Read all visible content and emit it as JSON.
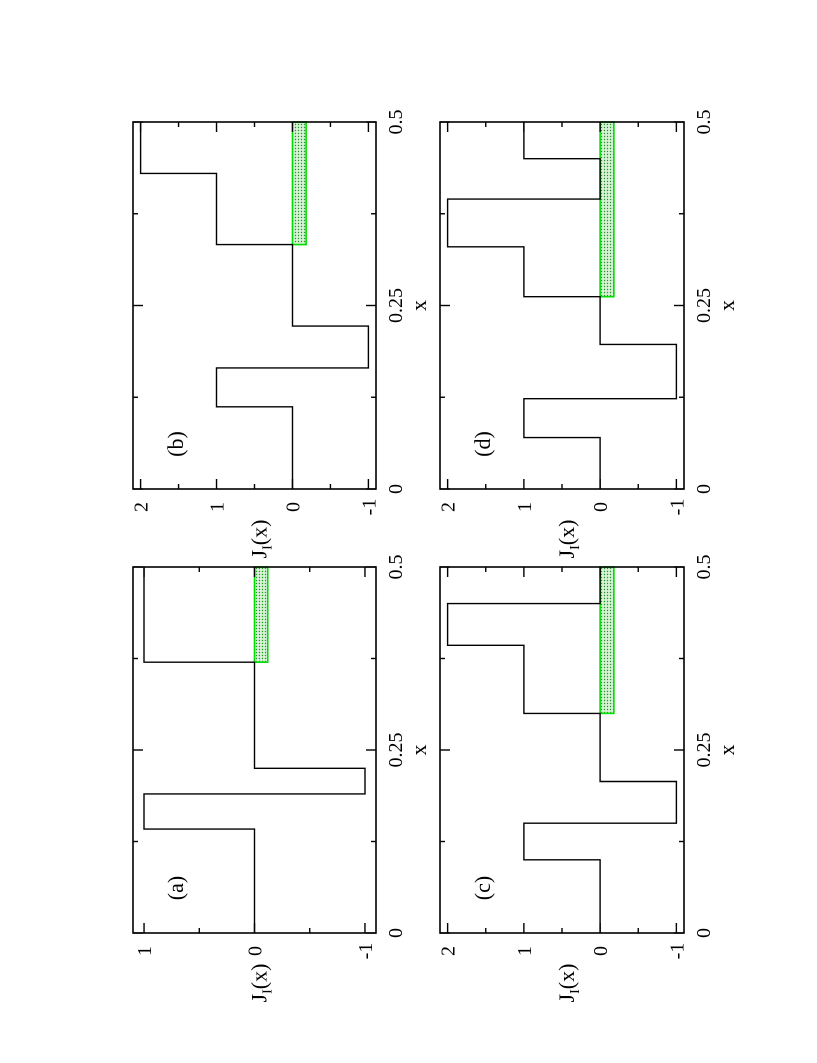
{
  "colors": {
    "band_fill": "#d9f2d9",
    "band_stroke": "#00dd00",
    "line": "#000000"
  },
  "chart_data": [
    {
      "type": "line",
      "panel": "(a)",
      "xlabel": "x",
      "ylabel": "J",
      "ylabel_sub": "I",
      "ylabel_tail": "(x)",
      "xlim": [
        0,
        0.5
      ],
      "ylim": [
        -1.1,
        1.1
      ],
      "xticks": [
        0,
        0.25,
        0.5
      ],
      "xtick_labels": [
        "0",
        "0.25",
        "0.5"
      ],
      "xminor": [
        0.125,
        0.375
      ],
      "yticks": [
        -1,
        0,
        1
      ],
      "ytick_labels": [
        "-1",
        "0",
        "1"
      ],
      "yminor": [
        -0.5,
        0.5
      ],
      "step": {
        "x": [
          0,
          0.142,
          0.142,
          0.19,
          0.19,
          0.225,
          0.225,
          0.37,
          0.37,
          0.5
        ],
        "y": [
          0,
          0,
          1,
          1,
          -1,
          -1,
          0,
          0,
          1,
          1
        ]
      },
      "band": {
        "x": [
          0.37,
          0.5
        ],
        "y": [
          -0.12,
          0
        ]
      }
    },
    {
      "type": "line",
      "panel": "(b)",
      "xlabel": "x",
      "ylabel": "J",
      "ylabel_sub": "I",
      "ylabel_tail": "(x)",
      "xlim": [
        0,
        0.5
      ],
      "ylim": [
        -1.1,
        2.1
      ],
      "xticks": [
        0,
        0.25,
        0.5
      ],
      "xtick_labels": [
        "0",
        "0.25",
        "0.5"
      ],
      "xminor": [
        0.125,
        0.375
      ],
      "yticks": [
        -1,
        0,
        1,
        2
      ],
      "ytick_labels": [
        "-1",
        "0",
        "1",
        "2"
      ],
      "yminor": [
        -0.5,
        0.5,
        1.5
      ],
      "step": {
        "x": [
          0,
          0.112,
          0.112,
          0.165,
          0.165,
          0.222,
          0.222,
          0.333,
          0.333,
          0.43,
          0.43,
          0.5
        ],
        "y": [
          0,
          0,
          1,
          1,
          -1,
          -1,
          0,
          0,
          1,
          1,
          2,
          2
        ]
      },
      "band": {
        "x": [
          0.333,
          0.5
        ],
        "y": [
          -0.18,
          0
        ]
      }
    },
    {
      "type": "line",
      "panel": "(c)",
      "xlabel": "x",
      "ylabel": "J",
      "ylabel_sub": "I",
      "ylabel_tail": "(x)",
      "xlim": [
        0,
        0.5
      ],
      "ylim": [
        -1.1,
        2.1
      ],
      "xticks": [
        0,
        0.25,
        0.5
      ],
      "xtick_labels": [
        "0",
        "0.25",
        "0.5"
      ],
      "xminor": [
        0.125,
        0.375
      ],
      "yticks": [
        -1,
        0,
        1,
        2
      ],
      "ytick_labels": [
        "-1",
        "0",
        "1",
        "2"
      ],
      "yminor": [
        -0.5,
        0.5,
        1.5
      ],
      "step": {
        "x": [
          0,
          0.1,
          0.1,
          0.15,
          0.15,
          0.207,
          0.207,
          0.3,
          0.3,
          0.393,
          0.393,
          0.45,
          0.45,
          0.5
        ],
        "y": [
          0,
          0,
          1,
          1,
          -1,
          -1,
          0,
          0,
          1,
          1,
          2,
          2,
          0,
          0
        ]
      },
      "band": {
        "x": [
          0.3,
          0.5
        ],
        "y": [
          -0.18,
          0
        ]
      }
    },
    {
      "type": "line",
      "panel": "(d)",
      "xlabel": "x",
      "ylabel": "J",
      "ylabel_sub": "I",
      "ylabel_tail": "(x)",
      "xlim": [
        0,
        0.5
      ],
      "ylim": [
        -1.1,
        2.1
      ],
      "xticks": [
        0,
        0.25,
        0.5
      ],
      "xtick_labels": [
        "0",
        "0.25",
        "0.5"
      ],
      "xminor": [
        0.125,
        0.375
      ],
      "yticks": [
        -1,
        0,
        1,
        2
      ],
      "ytick_labels": [
        "-1",
        "0",
        "1",
        "2"
      ],
      "yminor": [
        -0.5,
        0.5,
        1.5
      ],
      "step": {
        "x": [
          0,
          0.07,
          0.07,
          0.123,
          0.123,
          0.197,
          0.197,
          0.262,
          0.262,
          0.33,
          0.33,
          0.395,
          0.395,
          0.45,
          0.45,
          0.5
        ],
        "y": [
          0,
          0,
          1,
          1,
          -1,
          -1,
          0,
          0,
          1,
          1,
          2,
          2,
          0,
          0,
          1,
          1
        ]
      },
      "band": {
        "x": [
          0.262,
          0.5
        ],
        "y": [
          -0.18,
          0
        ]
      }
    }
  ]
}
